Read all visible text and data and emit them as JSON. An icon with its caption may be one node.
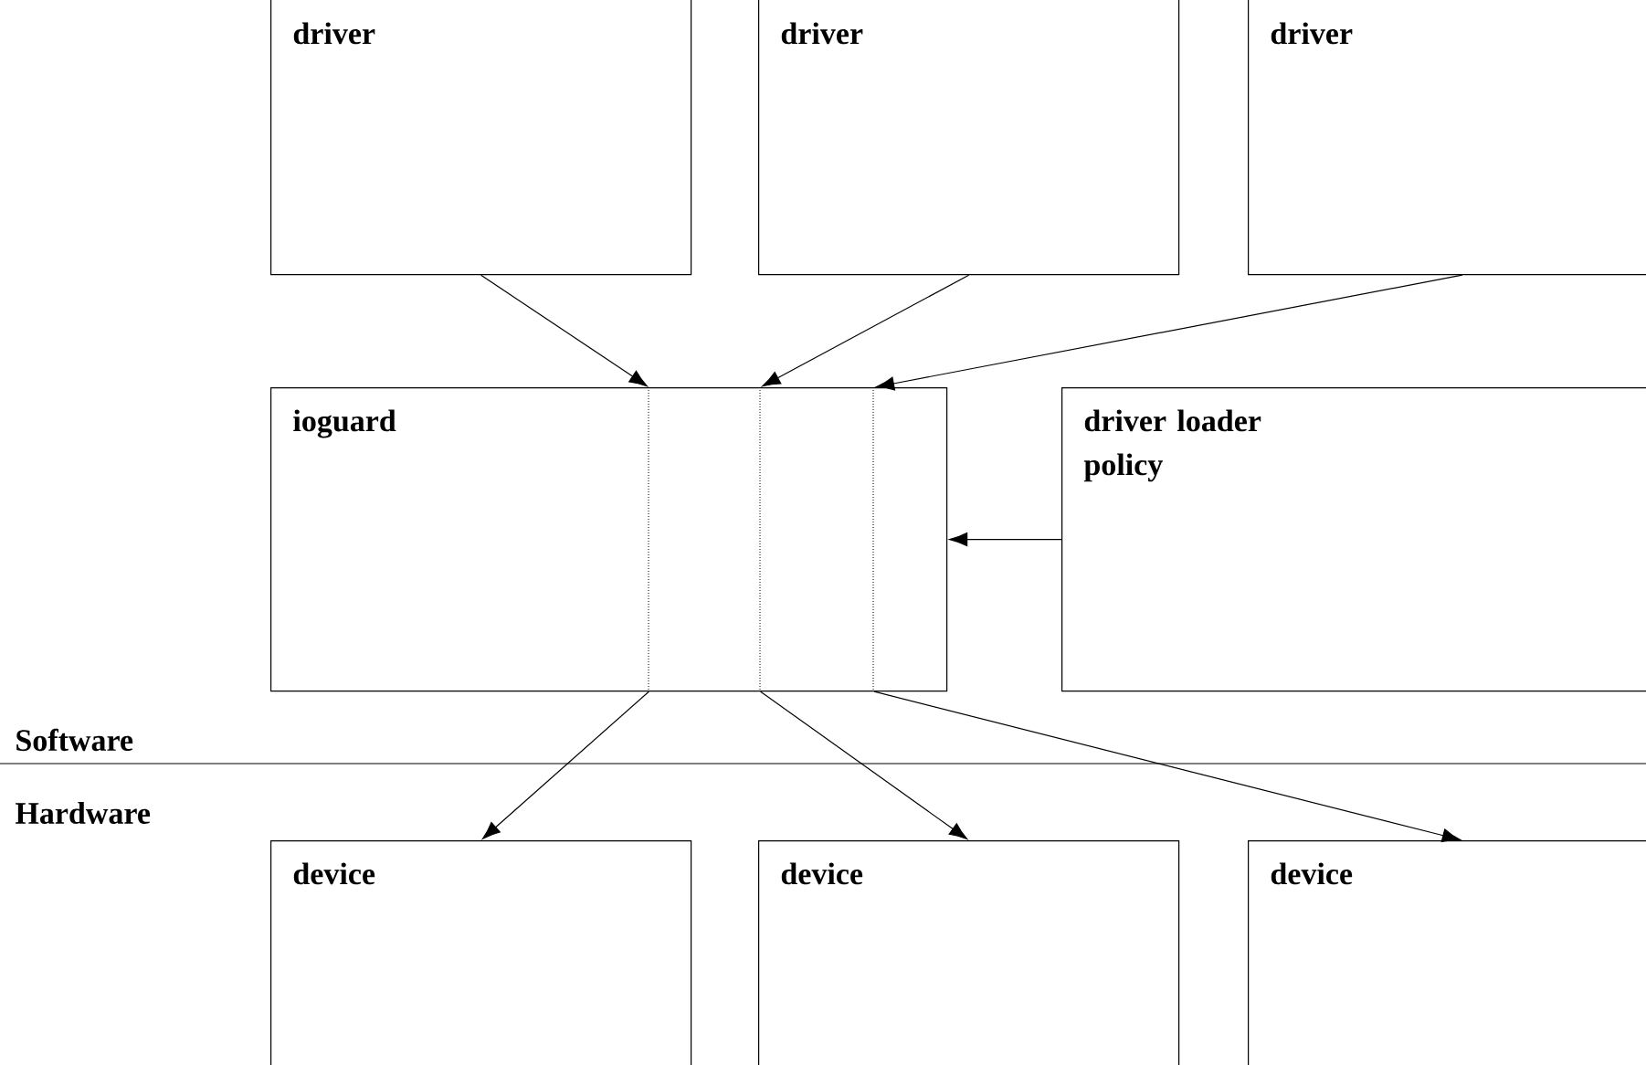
{
  "diagram": {
    "nodes": [
      {
        "text": [
          "driver"
        ]
      },
      {
        "text": [
          "driver"
        ]
      },
      {
        "text": [
          "driver"
        ]
      },
      {
        "text": [
          "ioguard"
        ]
      },
      {
        "text": [
          "driver loader policy"
        ]
      },
      {
        "text": [
          "device"
        ]
      },
      {
        "text": [
          "device"
        ]
      },
      {
        "text": [
          "device"
        ]
      }
    ],
    "edges": [
      {
        "from": 0,
        "to": 3,
        "arrow": "to"
      },
      {
        "from": 1,
        "to": 3,
        "arrow": "to"
      },
      {
        "from": 2,
        "to": 3,
        "arrow": "to"
      },
      {
        "from": 4,
        "to": 3,
        "arrow": "to"
      },
      {
        "from": 3,
        "to": 5,
        "arrow": "to"
      },
      {
        "from": 3,
        "to": 6,
        "arrow": "to"
      },
      {
        "from": 3,
        "to": 7,
        "arrow": "to"
      }
    ],
    "labels": [
      "Software",
      "Hardware"
    ]
  }
}
